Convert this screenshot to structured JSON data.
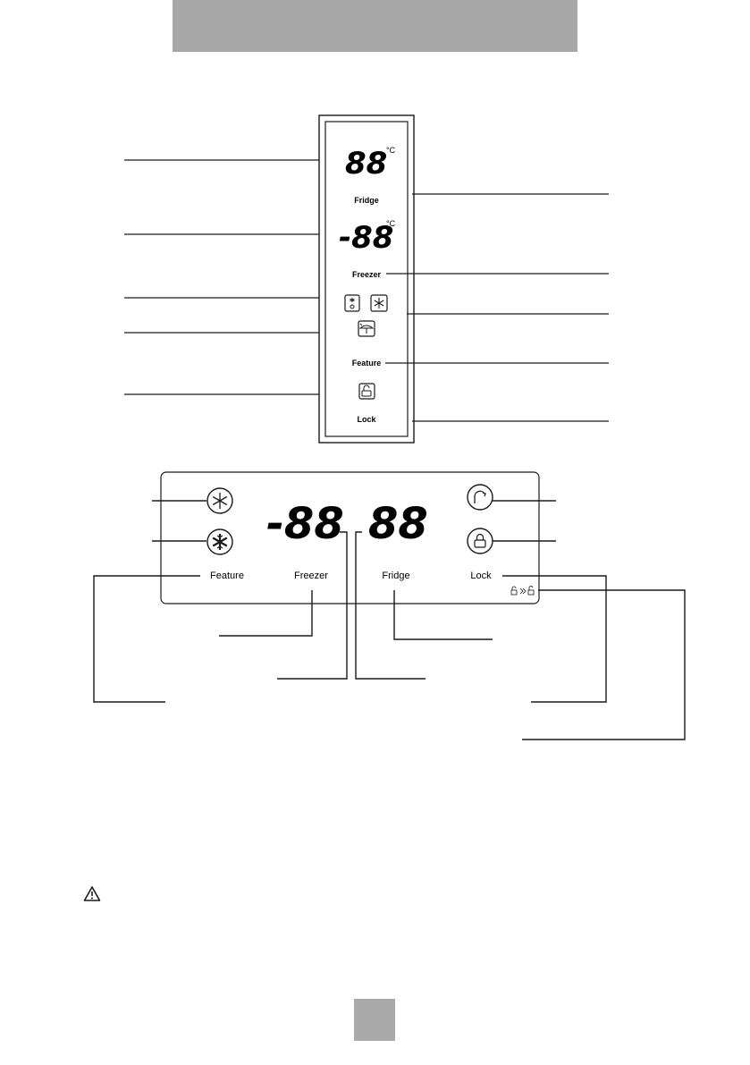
{
  "vertical_panel": {
    "fridge_display": "88",
    "fridge_unit": "°C",
    "fridge_label": "Fridge",
    "freezer_display": "-88",
    "freezer_unit": "°C",
    "freezer_label": "Freezer",
    "feature_label": "Feature",
    "lock_label": "Lock",
    "icons": [
      "fridge-cooling-icon",
      "freezer-snowflake-icon",
      "holiday-icon",
      "unlock-icon"
    ]
  },
  "horizontal_panel": {
    "freezer_display": "-88",
    "fridge_display": "88",
    "feature_label": "Feature",
    "freezer_label": "Freezer",
    "fridge_label": "Fridge",
    "lock_label": "Lock",
    "icons": [
      "asterisk-icon",
      "snowflake-icon",
      "holiday-icon",
      "lock-icon",
      "lock-indicator-icon"
    ]
  },
  "colors": {
    "header_bar": "#a7a7a7",
    "page_badge": "#a9a9a9",
    "line": "#1a1a1a"
  }
}
